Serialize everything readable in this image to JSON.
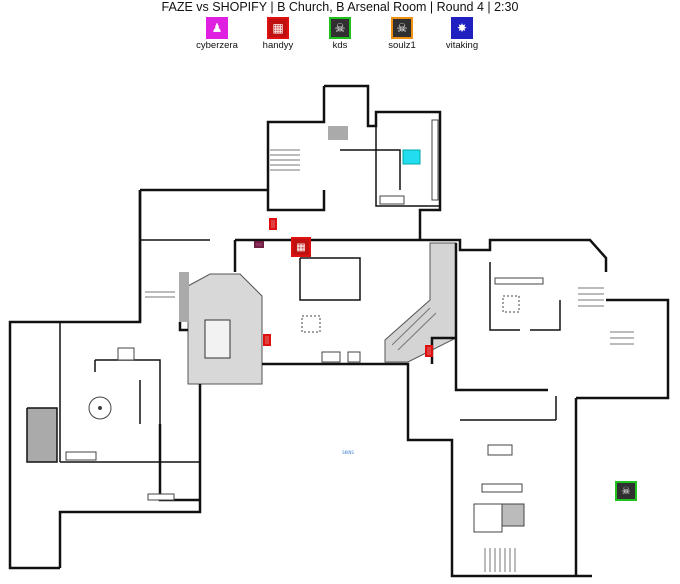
{
  "header": {
    "title": "FAZE vs SHOPIFY  |  B Church, B Arsenal Room  |  Round 4  |  2:30"
  },
  "players": [
    {
      "name": "cyberzera",
      "color": "#e020e0",
      "icon": "operator-icon-green-figure"
    },
    {
      "name": "handyy",
      "color": "#e01010",
      "icon": "operator-icon-red-pattern"
    },
    {
      "name": "kds",
      "color": "#20c020",
      "icon": "operator-icon-skull-shield"
    },
    {
      "name": "soulz1",
      "color": "#f09010",
      "icon": "operator-icon-skull"
    },
    {
      "name": "vitaking",
      "color": "#2020c0",
      "icon": "operator-icon-star"
    }
  ],
  "map": {
    "room_labels": [
      "SKINS"
    ],
    "accent_colors": {
      "walls": "#111111",
      "floor_gray": "#d0d0d0",
      "dark_gray": "#a8a8a8",
      "objective": "#22ddee"
    }
  }
}
